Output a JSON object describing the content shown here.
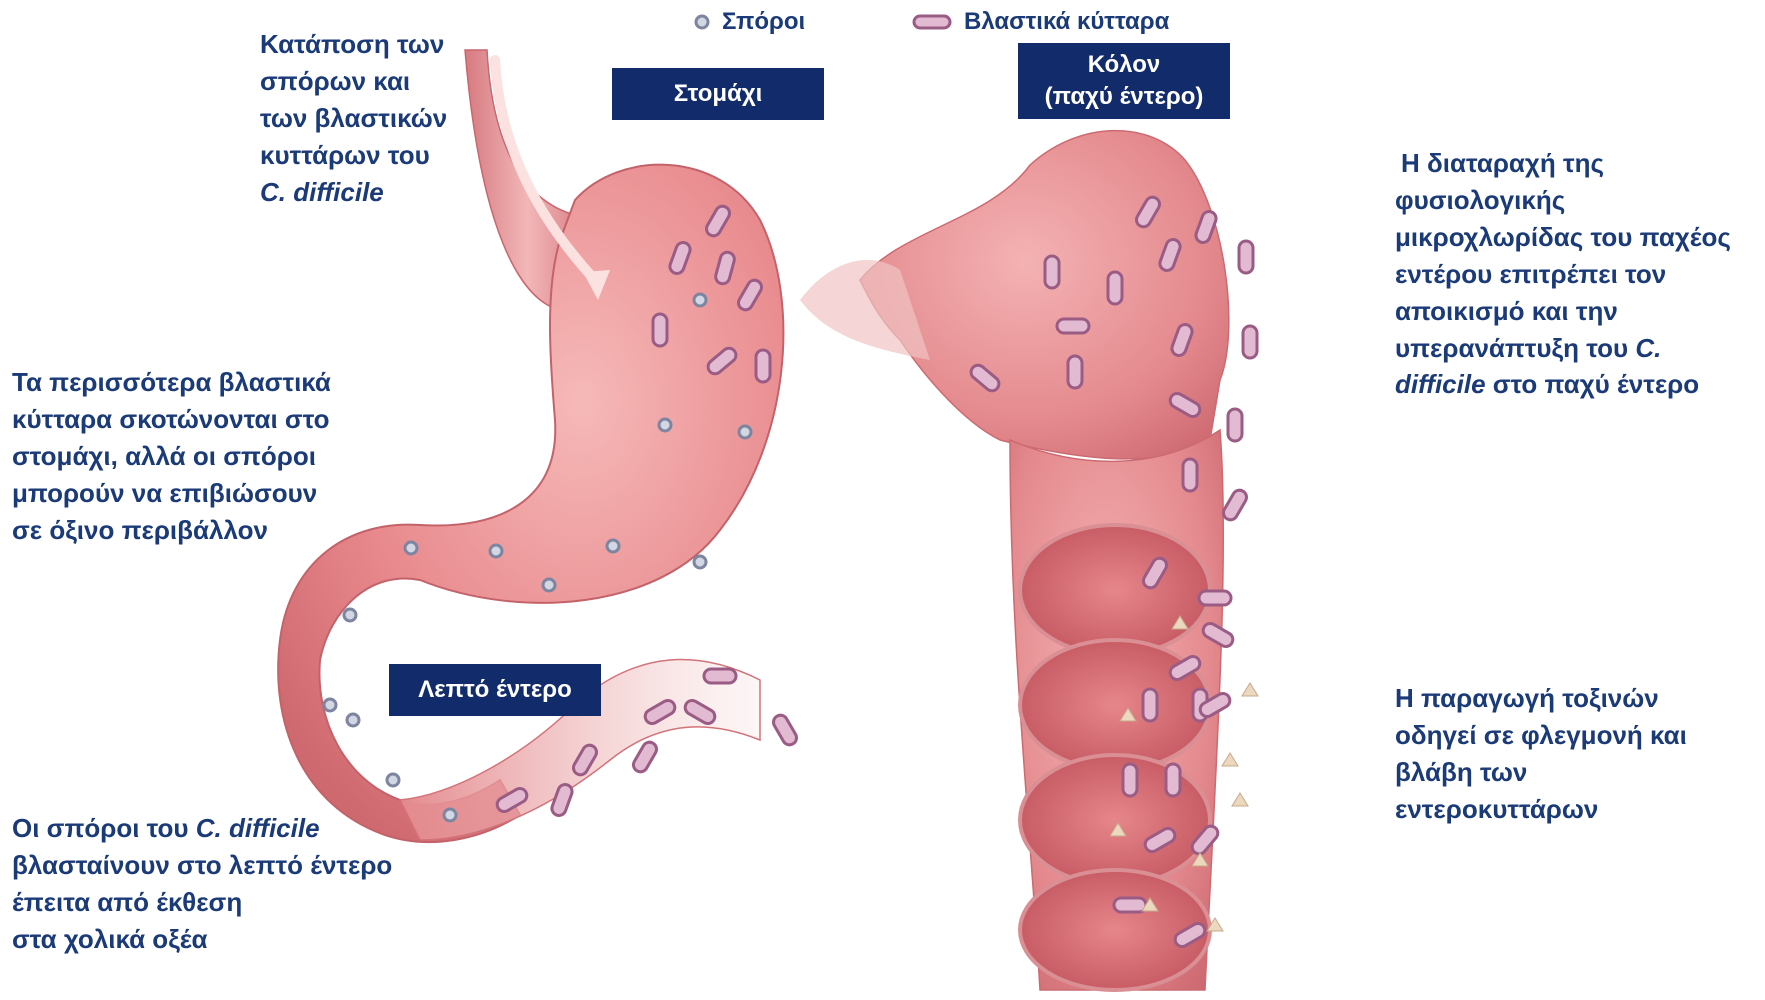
{
  "legend": {
    "spores_label": "Σπόροι",
    "vegetative_label": "Βλαστικά κύτταρα",
    "spore_color": "#8a92ad",
    "vegetative_color": "#b86a98"
  },
  "labels": {
    "stomach": "Στομάχι",
    "colon_line1": "Κόλον",
    "colon_line2": "(παχύ έντερο)",
    "small_intestine": "Λεπτό έντερο"
  },
  "text_ingestion": {
    "line1": "Κατάποση των",
    "line2": "σπόρων και",
    "line3": "των βλαστικών",
    "line4": "κυττάρων του",
    "species": "C. difficile"
  },
  "text_stomach": {
    "line1": "Τα περισσότερα βλαστικά",
    "line2": "κύτταρα σκοτώνονται στο",
    "line3": "στομάχι, αλλά οι σπόροι",
    "line4": "μπορούν να επιβιώσουν",
    "line5": "σε όξινο περιβάλλον"
  },
  "text_small_intestine": {
    "line1_prefix": "Οι σπόροι του ",
    "species": "C. difficile",
    "line2": "βλασταίνουν στο λεπτό έντερο",
    "line3": "έπειτα από έκθεση",
    "line4": "στα χολικά οξέα"
  },
  "text_colon": {
    "line1": "Η διαταραχή της",
    "line2": "φυσιολογικής",
    "line3": "μικροχλωρίδας του παχέος",
    "line4": "εντέρου επιτρέπει τον",
    "line5": "αποικισμό και την",
    "line6_prefix": "υπερανάπτυξη του ",
    "line6_species": "C.",
    "line7_species": "difficile",
    "line7_suffix": " στο παχύ έντερο"
  },
  "text_toxins": {
    "line1": "Η παραγωγή τοξινών",
    "line2": "οδηγεί σε φλεγμονή και",
    "line3": "βλάβη των",
    "line4": "εντεροκυττάρων"
  },
  "colors": {
    "text": "#1b3a78",
    "label_bg": "#122b6b",
    "tissue": "#e48a8e",
    "tissue_dark": "#c85f66",
    "tissue_light": "#f3b3b3"
  }
}
